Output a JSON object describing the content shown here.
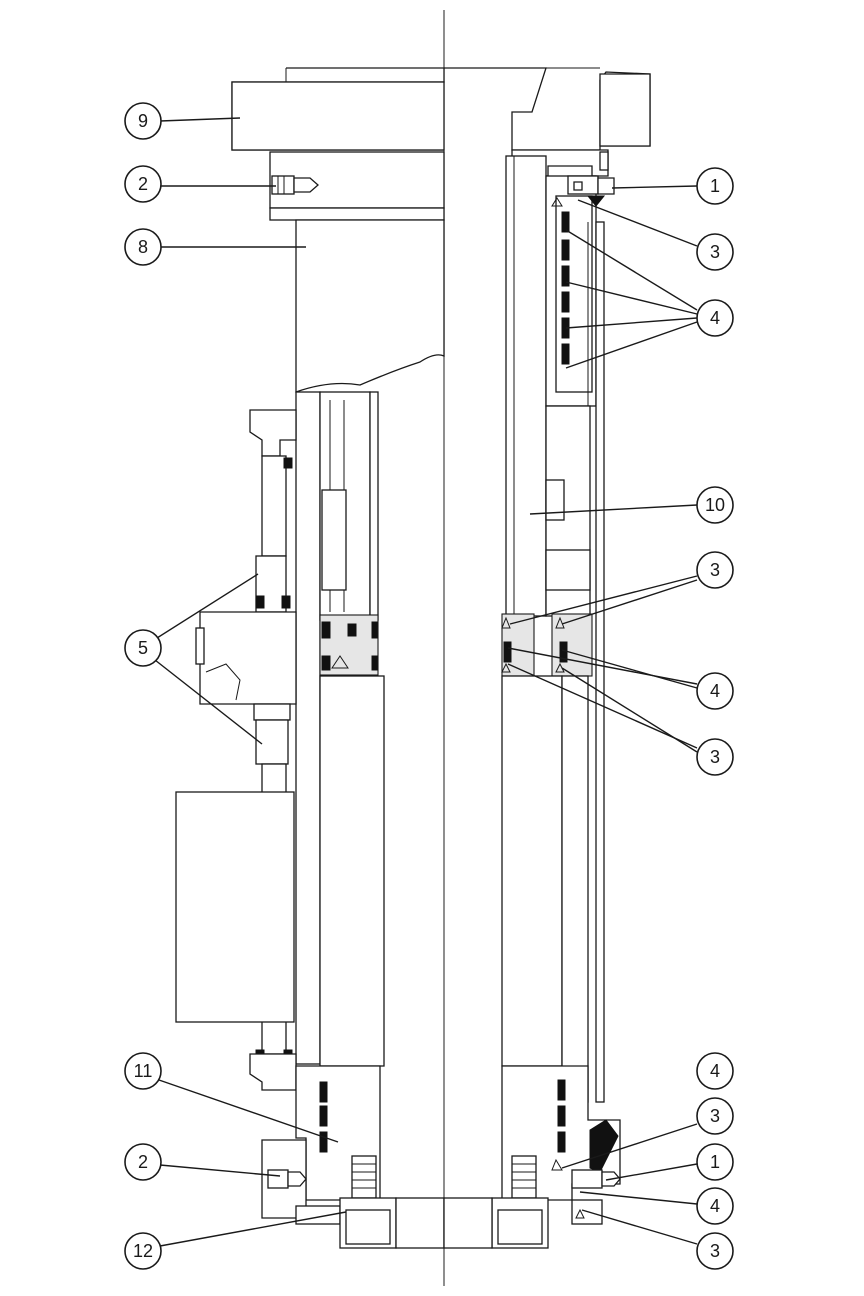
{
  "callouts": [
    {
      "id": "c9",
      "label": "9"
    },
    {
      "id": "c2a",
      "label": "2"
    },
    {
      "id": "c8",
      "label": "8"
    },
    {
      "id": "c5",
      "label": "5"
    },
    {
      "id": "c11",
      "label": "11"
    },
    {
      "id": "c2b",
      "label": "2"
    },
    {
      "id": "c12",
      "label": "12"
    },
    {
      "id": "c1a",
      "label": "1"
    },
    {
      "id": "c3a",
      "label": "3"
    },
    {
      "id": "c4a",
      "label": "4"
    },
    {
      "id": "c10",
      "label": "10"
    },
    {
      "id": "c3b",
      "label": "3"
    },
    {
      "id": "c4b",
      "label": "4"
    },
    {
      "id": "c3c",
      "label": "3"
    },
    {
      "id": "c4c",
      "label": "4"
    },
    {
      "id": "c3d",
      "label": "3"
    },
    {
      "id": "c1b",
      "label": "1"
    },
    {
      "id": "c4d",
      "label": "4"
    },
    {
      "id": "c3e",
      "label": "3"
    }
  ]
}
